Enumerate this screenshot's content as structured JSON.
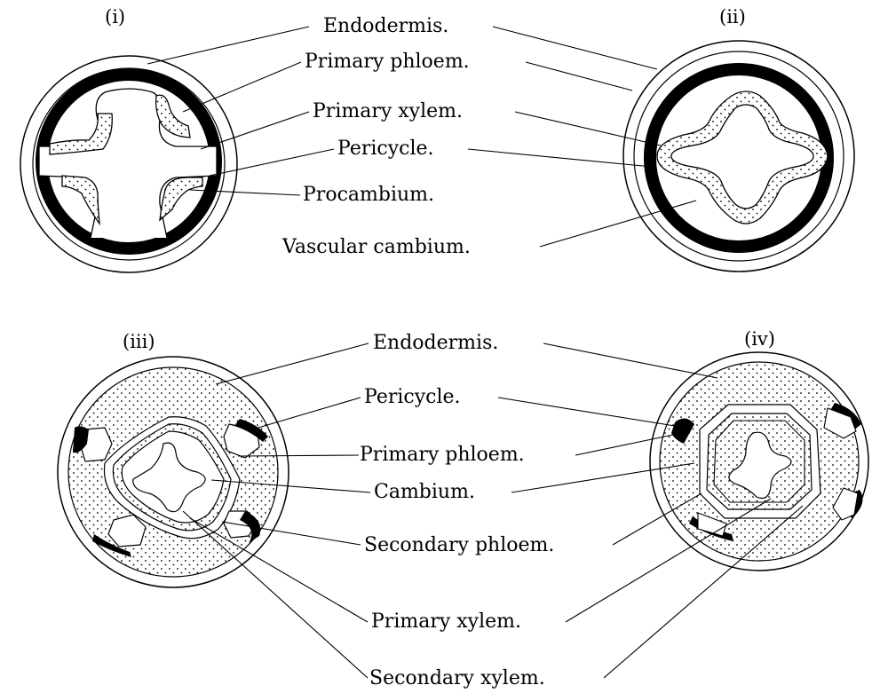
{
  "panels": {
    "i": "(i)",
    "ii": "(ii)",
    "iii": "(iii)",
    "iv": "(iv)"
  },
  "labels_top": {
    "endodermis": "Endodermis.",
    "primary_phloem": "Primary phloem.",
    "primary_xylem": "Primary xylem.",
    "pericycle": "Pericycle.",
    "procambium": "Procambium.",
    "vascular_cambium": "Vascular cambium."
  },
  "labels_bottom": {
    "endodermis": "Endodermis.",
    "pericycle": "Pericycle.",
    "primary_phloem": "Primary phloem.",
    "cambium": "Cambium.",
    "secondary_phloem": "Secondary phloem.",
    "primary_xylem": "Primary xylem.",
    "secondary_xylem": "Secondary xylem."
  },
  "colors": {
    "ink": "#000000",
    "background": "#ffffff"
  }
}
